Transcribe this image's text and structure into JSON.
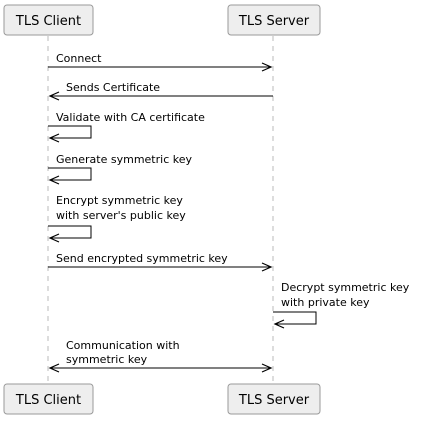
{
  "participants": {
    "client": "TLS Client",
    "server": "TLS Server"
  },
  "messages": [
    {
      "id": "connect",
      "from": "client",
      "to": "server",
      "lines": [
        "Connect"
      ]
    },
    {
      "id": "sends-certificate",
      "from": "server",
      "to": "client",
      "lines": [
        "Sends Certificate"
      ]
    },
    {
      "id": "validate-ca",
      "from": "client",
      "to": "client",
      "lines": [
        "Validate with CA certificate"
      ]
    },
    {
      "id": "generate-key",
      "from": "client",
      "to": "client",
      "lines": [
        "Generate symmetric key"
      ]
    },
    {
      "id": "encrypt-key",
      "from": "client",
      "to": "client",
      "lines": [
        "Encrypt symmetric key",
        "with server's public key"
      ]
    },
    {
      "id": "send-encrypted",
      "from": "client",
      "to": "server",
      "lines": [
        "Send encrypted symmetric key"
      ]
    },
    {
      "id": "decrypt-key",
      "from": "server",
      "to": "server",
      "lines": [
        "Decrypt symmetric key",
        "with private key"
      ]
    },
    {
      "id": "communication",
      "from": "both",
      "to": "both",
      "lines": [
        "Communication with",
        "symmetric key"
      ]
    }
  ]
}
